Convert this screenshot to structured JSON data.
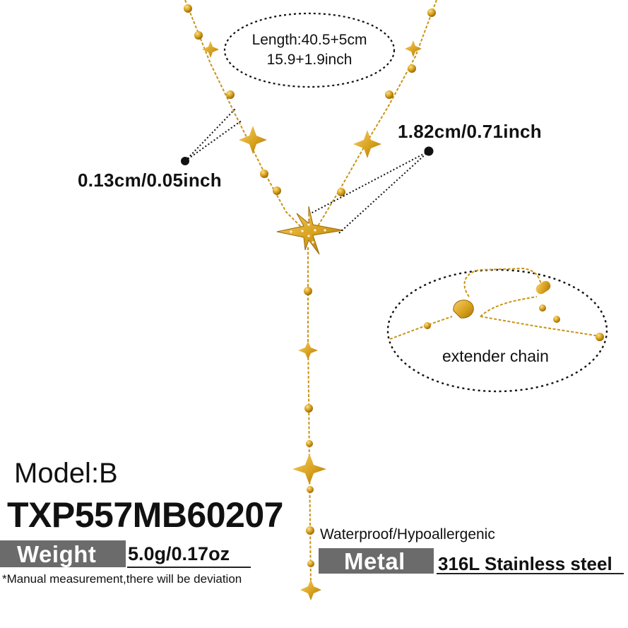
{
  "labels": {
    "length_line1": "Length:40.5+5cm",
    "length_line2": "15.9+1.9inch",
    "bead_size": "0.13cm/0.05inch",
    "pendant_size": "1.82cm/0.71inch",
    "extender": "extender chain",
    "model": "Model:B",
    "model_code": "TXP557MB60207",
    "weight_label": "Weight",
    "weight_value": "5.0g/0.17oz",
    "note": "*Manual measurement,there will be deviation",
    "waterproof": "Waterproof/Hypoallergenic",
    "metal_label": "Metal",
    "material_value": "316L Stainless steel"
  },
  "colors": {
    "gold": "#d9a21f",
    "gold_dark": "#a8760c",
    "gold_light": "#f3cc55",
    "label_bar": "#6b6b6b"
  },
  "icons": {
    "pendant": "eight-point-star-pendant-icon",
    "charm": "star-charm-icon",
    "bead": "gold-bead-icon",
    "clasp": "lobster-clasp-icon",
    "tag": "oval-tag-icon"
  }
}
